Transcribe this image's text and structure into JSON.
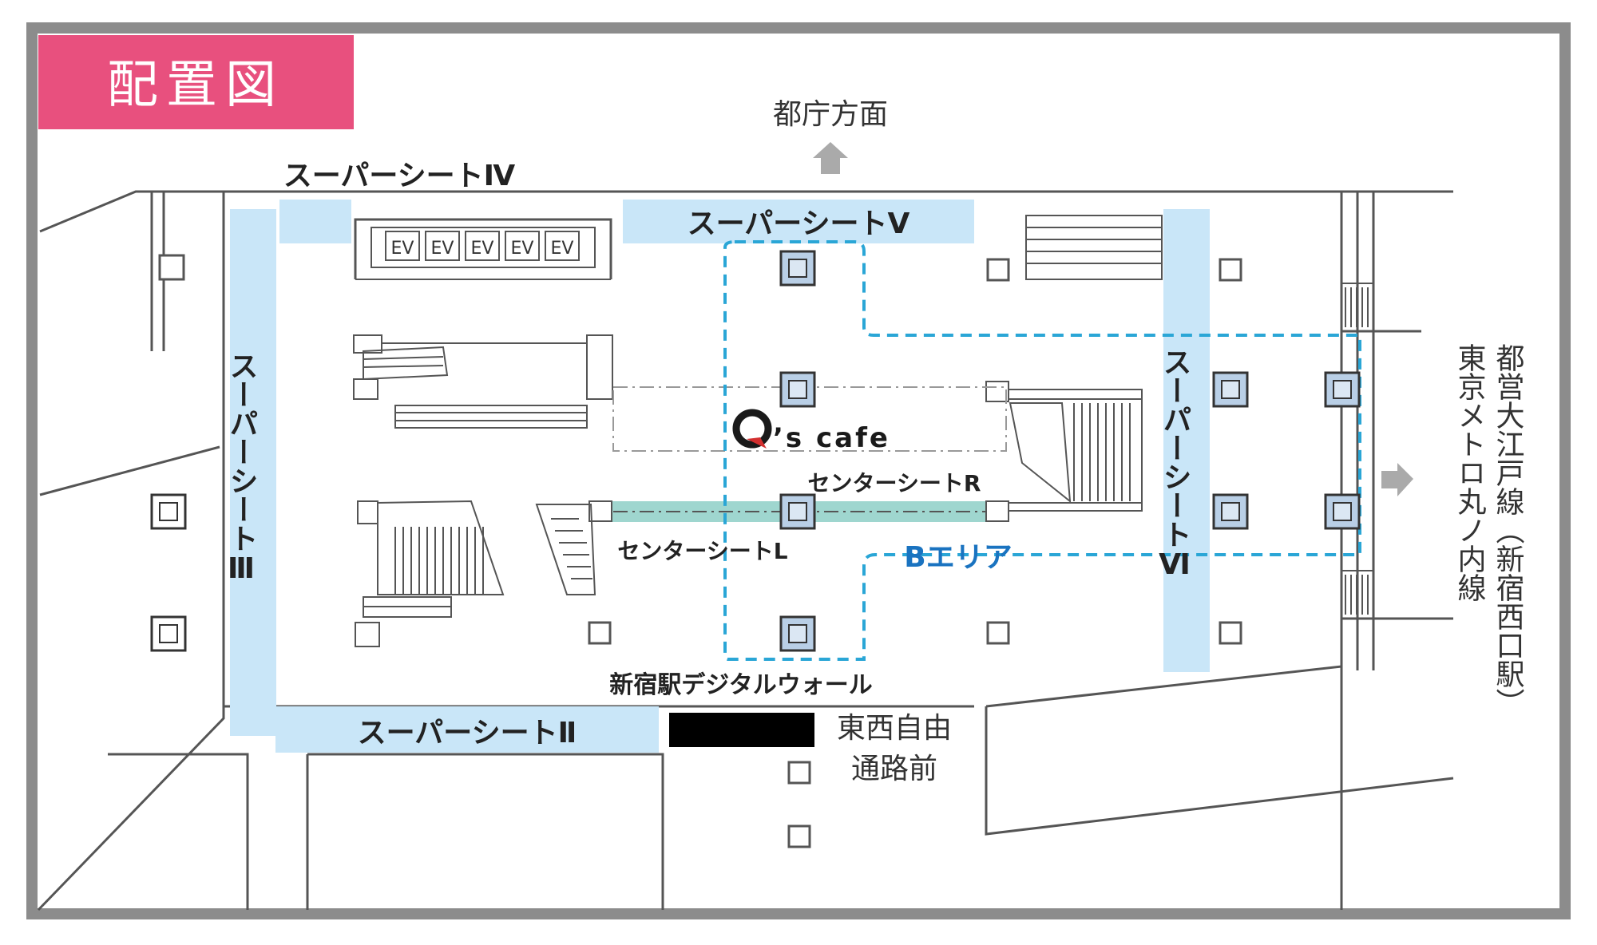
{
  "header": {
    "title": "配置図",
    "title_bg": "#e8507e"
  },
  "directions": {
    "north": "都庁方面",
    "east_line1": "都営大江戸線（新宿西口駅）",
    "east_line2": "東京メトロ丸ノ内線",
    "south_line1": "東西自由",
    "south_line2": "通路前"
  },
  "seats": {
    "super_iv": "スーパーシートⅣ",
    "super_v": "スーパーシートⅤ",
    "super_iii": "スーパーシートⅢ",
    "super_ii": "スーパーシートⅡ",
    "super_vi": "スーパーシートⅥ",
    "center_r": "センターシートR",
    "center_l": "センターシートL"
  },
  "elevators": [
    "EV",
    "EV",
    "EV",
    "EV",
    "EV"
  ],
  "cafe": {
    "q": "Q",
    "rest": "’s cafe"
  },
  "b_area": {
    "label": "Bエリア",
    "color": "#1a73c0"
  },
  "digital_wall": {
    "label": "新宿駅デジタルウォール"
  },
  "colors": {
    "seat_fill": "#c9e6f8",
    "center_l_fill": "#9fd6cf",
    "dash": "#2aa6d6",
    "frame": "#8c8c8c",
    "line": "#555555"
  }
}
